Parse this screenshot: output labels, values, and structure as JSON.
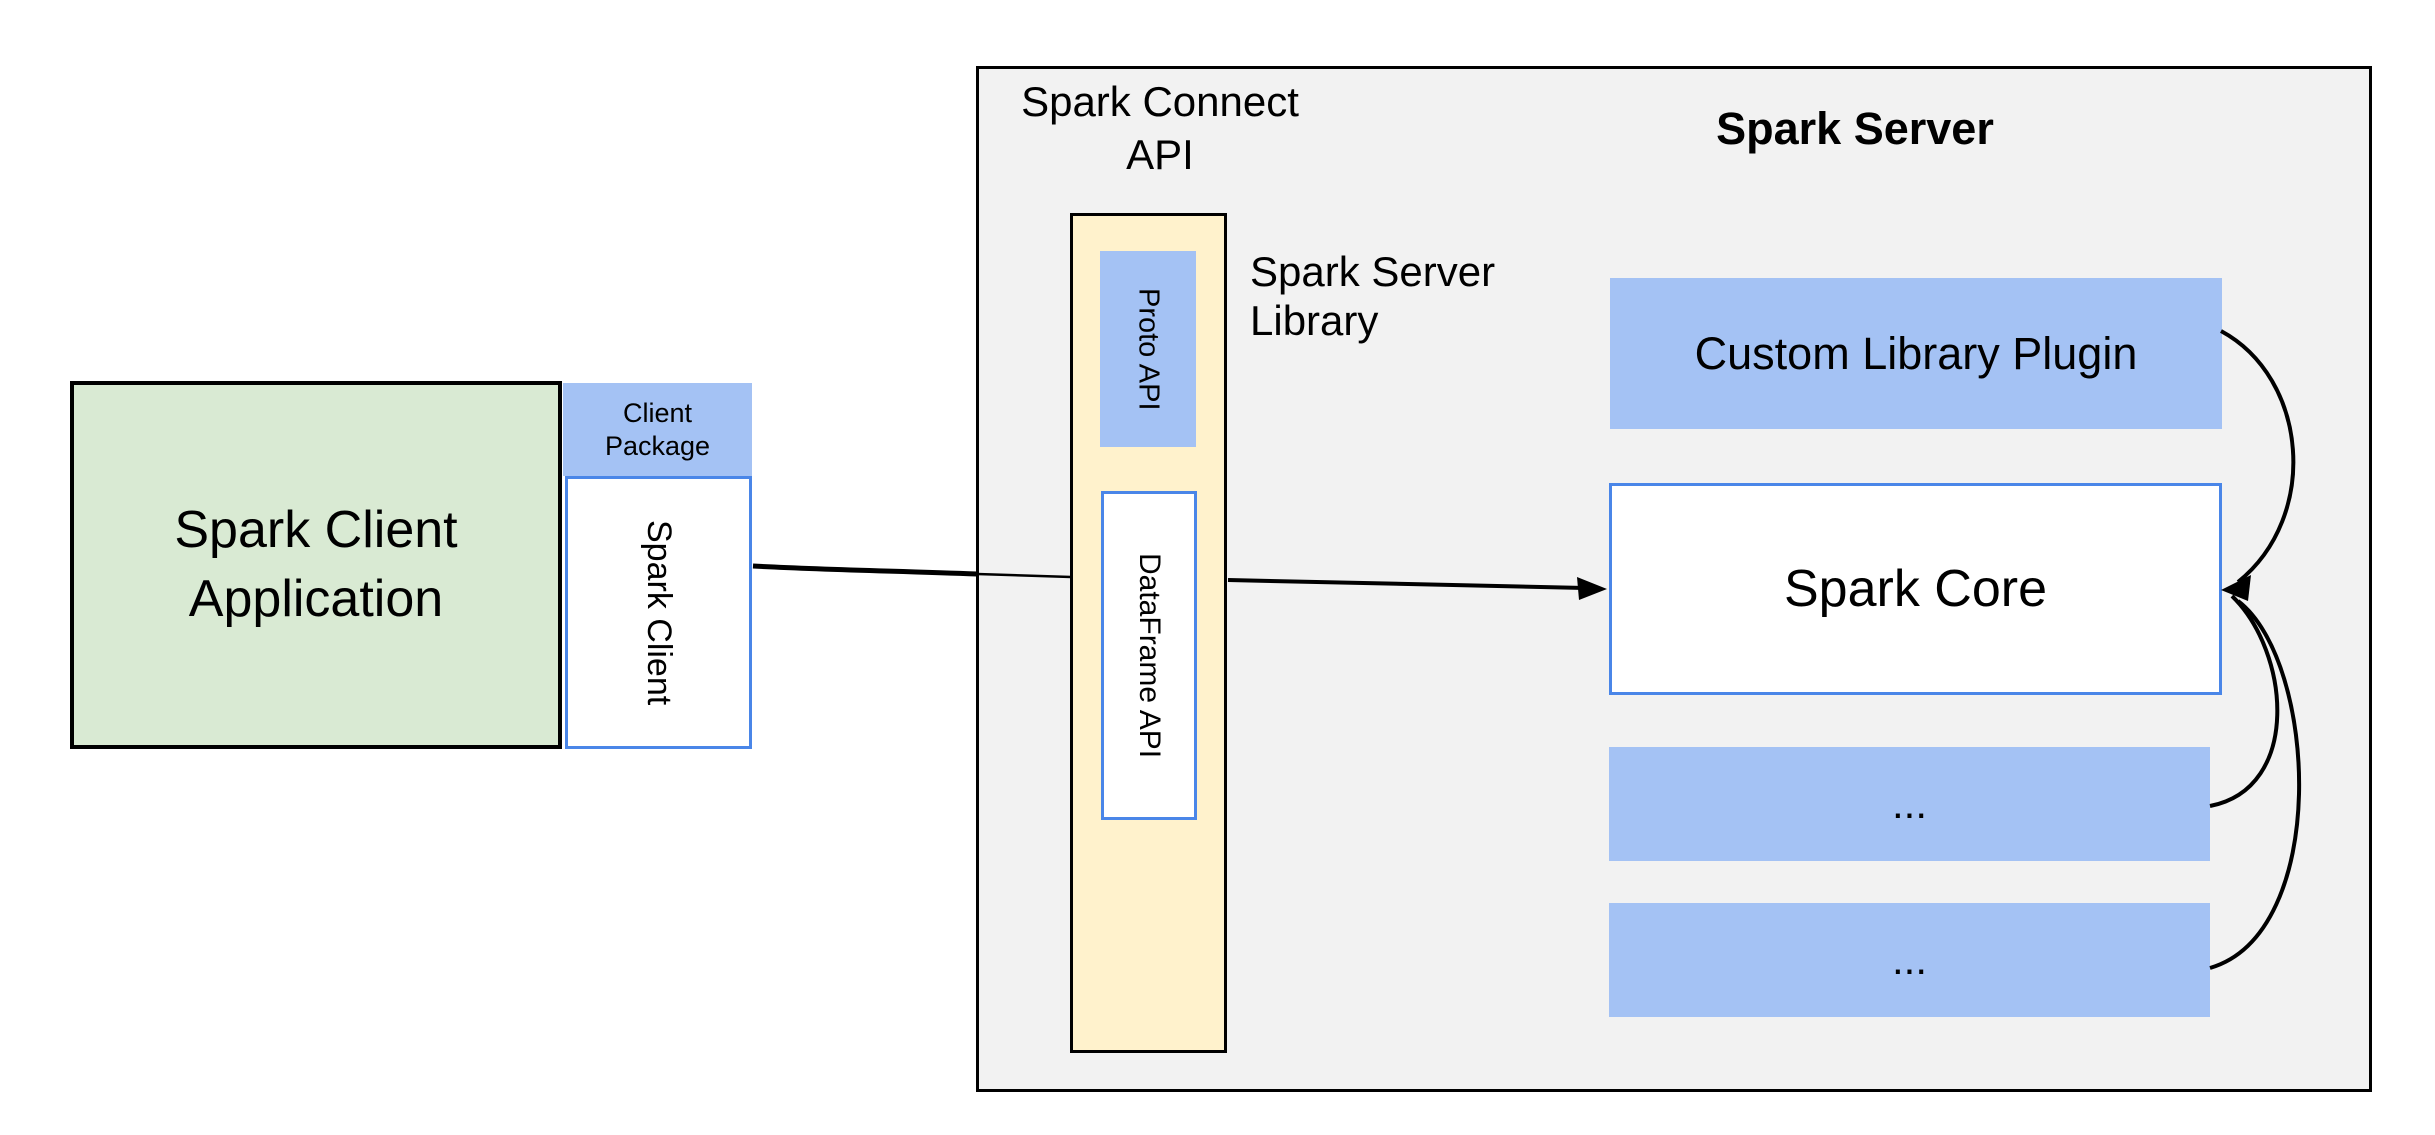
{
  "colors": {
    "green": "#d9ead3",
    "blue": "#a4c2f4",
    "cream": "#fff2cc",
    "gray": "#f2f2f2",
    "blue_border": "#4a86e8",
    "line": "#000000"
  },
  "client": {
    "application_label": "Spark Client\nApplication",
    "package_label": "Client\nPackage",
    "spark_client_label": "Spark Client"
  },
  "connect": {
    "api_title": "Spark Connect\nAPI",
    "server_library_label": "Spark Server\nLibrary",
    "proto_api_label": "Proto API",
    "dataframe_api_label": "DataFrame API"
  },
  "server": {
    "title": "Spark Server",
    "custom_plugin_label": "Custom Library Plugin",
    "spark_core_label": "Spark Core",
    "more_label_1": "...",
    "more_label_2": "..."
  }
}
